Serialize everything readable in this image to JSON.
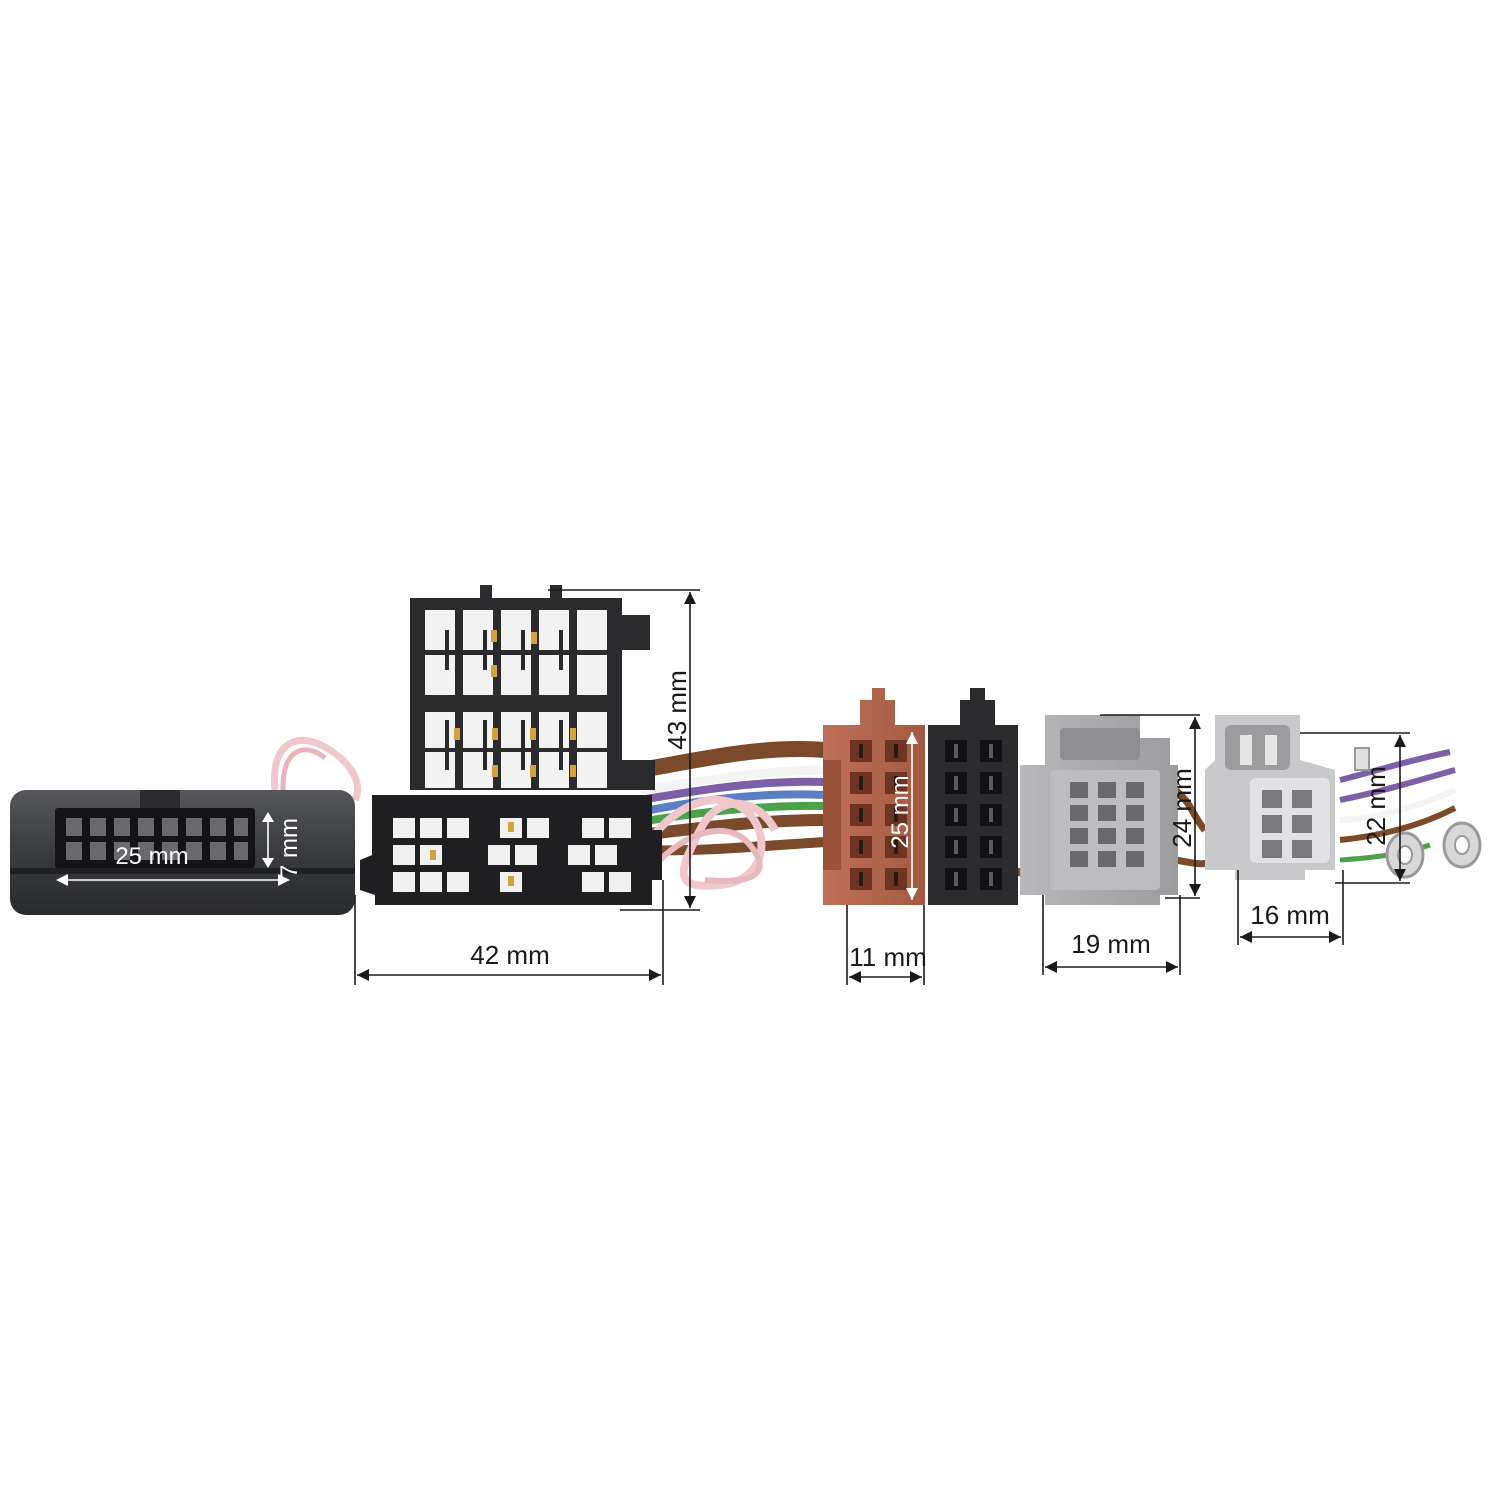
{
  "colors": {
    "background": "#ffffff",
    "module_body": "#3a3b3e",
    "iso_black": "#2b2b2d",
    "iso_brown": "#b5654a",
    "grey_connector": "#a9a9ab",
    "light_grey_connector": "#c6c6c8",
    "wire_pink": "#f0c8cc",
    "wire_brown": "#7a4a2a",
    "wire_purple": "#7d5fa8",
    "wire_blue": "#5a7fc4",
    "wire_green": "#4aa34a",
    "wire_white": "#f4f4f4"
  },
  "dimensions": {
    "module_width": "25 mm",
    "module_height": "7 mm",
    "iso_block_width": "42 mm",
    "iso_block_height": "43 mm",
    "iso_plug_height": "25 mm",
    "iso_plug_width": "11 mm",
    "grey_plug_a_height": "24 mm",
    "grey_plug_a_width": "19 mm",
    "grey_plug_b_height": "22 mm",
    "grey_plug_b_width": "16 mm"
  }
}
